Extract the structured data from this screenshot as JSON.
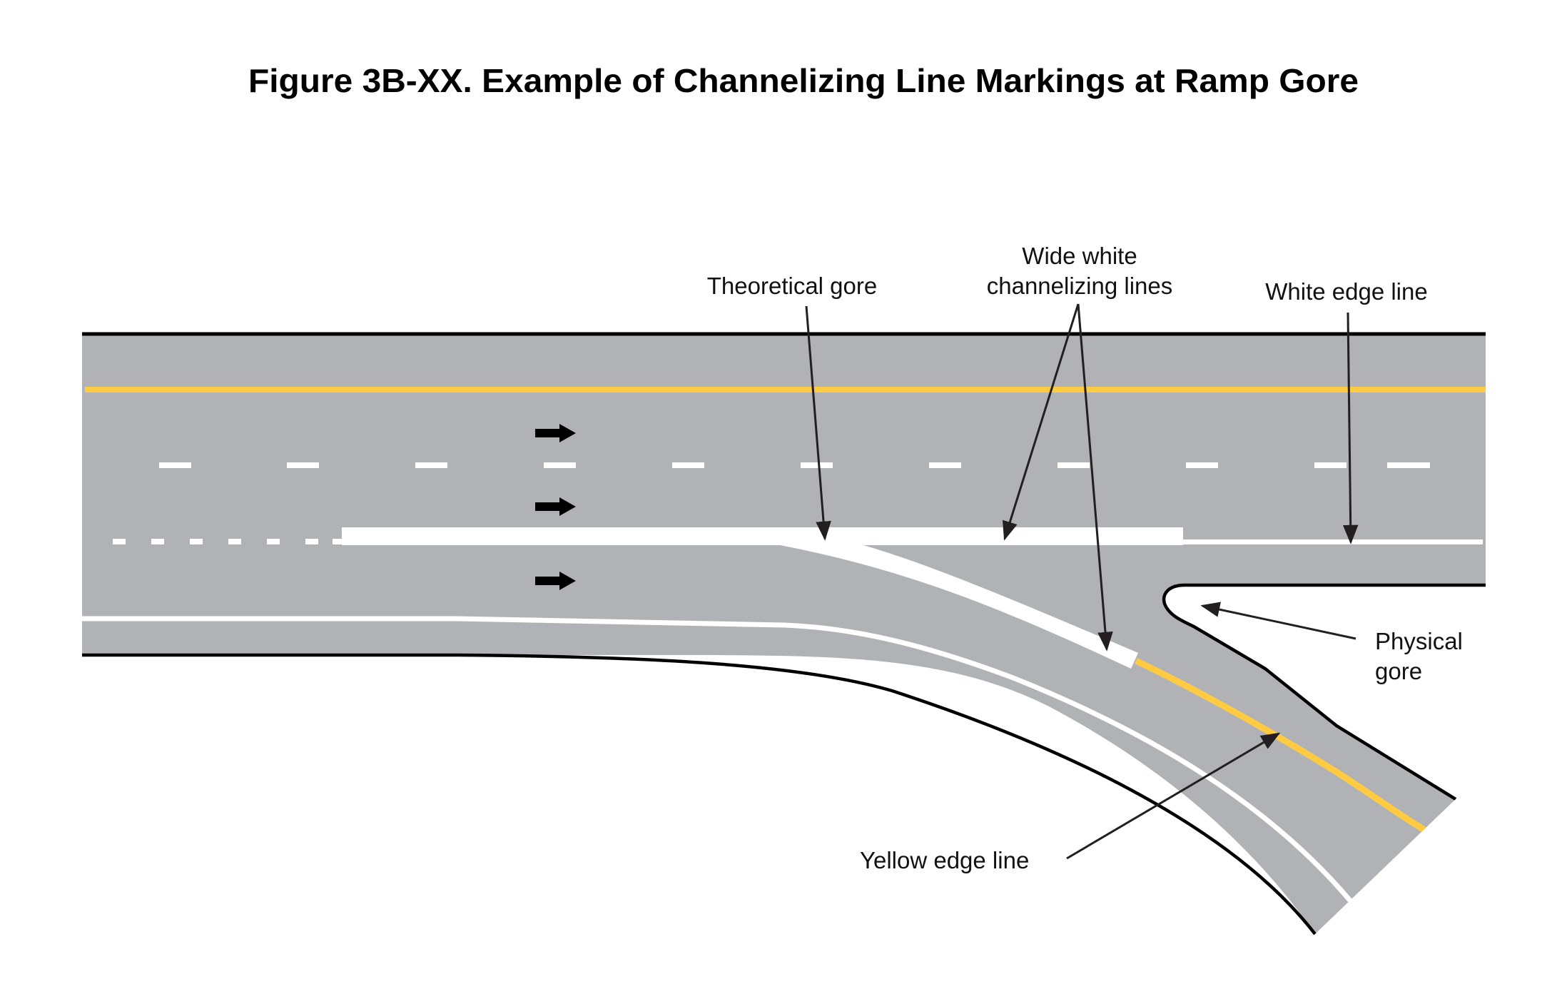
{
  "figure": {
    "title": "Figure 3B-XX.  Example of Channelizing Line Markings at Ramp Gore",
    "colors": {
      "pavement": "#b1b2b5",
      "yellow_marking": "#fecb42",
      "white_marking": "#ffffff",
      "edge_outline": "#000000",
      "leader": "#231f20"
    },
    "labels": {
      "theoretical_gore": "Theoretical gore",
      "wide_white_line1": "Wide white",
      "wide_white_line2": "channelizing lines",
      "white_edge_line": "White edge line",
      "physical_gore_line1": "Physical",
      "physical_gore_line2": "gore",
      "yellow_edge_line": "Yellow edge line"
    },
    "icons": {
      "lane_arrow": "right-arrow-icon",
      "lane_arrow_count": 3
    }
  }
}
